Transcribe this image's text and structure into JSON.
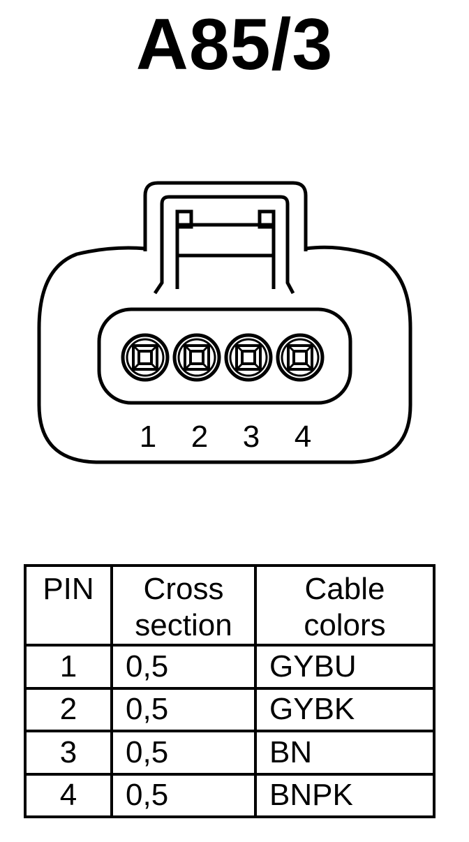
{
  "title": "A85/3",
  "connector": {
    "pin_labels": [
      "1",
      "2",
      "3",
      "4"
    ]
  },
  "table": {
    "headers": [
      [
        "PIN"
      ],
      [
        "Cross",
        "section"
      ],
      [
        "Cable",
        "colors"
      ]
    ],
    "rows": [
      {
        "pin": "1",
        "cross_section": "0,5",
        "color": "GYBU"
      },
      {
        "pin": "2",
        "cross_section": "0,5",
        "color": "GYBK"
      },
      {
        "pin": "3",
        "cross_section": "0,5",
        "color": "BN"
      },
      {
        "pin": "4",
        "cross_section": "0,5",
        "color": "BNPK"
      }
    ]
  }
}
